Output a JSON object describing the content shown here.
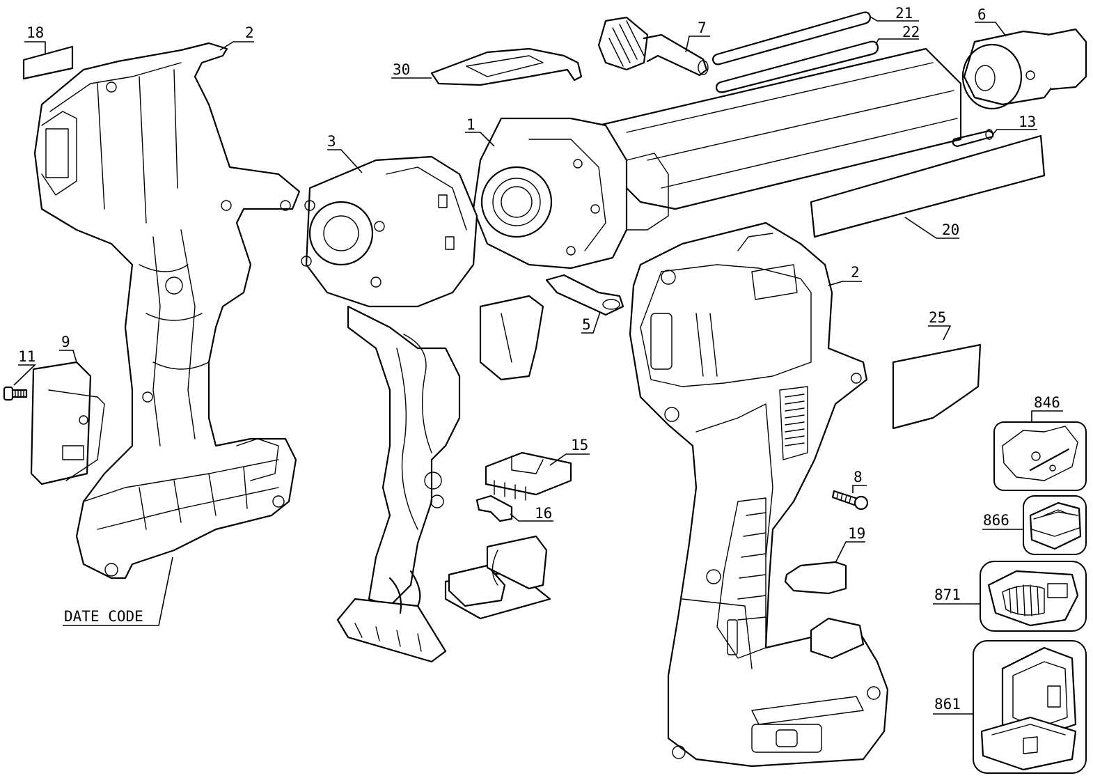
{
  "callouts": {
    "c18": "18",
    "c2a": "2",
    "c30": "30",
    "c7": "7",
    "c21": "21",
    "c22": "22",
    "c6": "6",
    "c1": "1",
    "c3": "3",
    "c13": "13",
    "c20": "20",
    "c2b": "2",
    "c5": "5",
    "c25": "25",
    "c11": "11",
    "c9": "9",
    "c15": "15",
    "c16": "16",
    "c8": "8",
    "c19": "19",
    "c846": "846",
    "c866": "866",
    "c871": "871",
    "c861": "861",
    "date_code": "DATE CODE"
  }
}
